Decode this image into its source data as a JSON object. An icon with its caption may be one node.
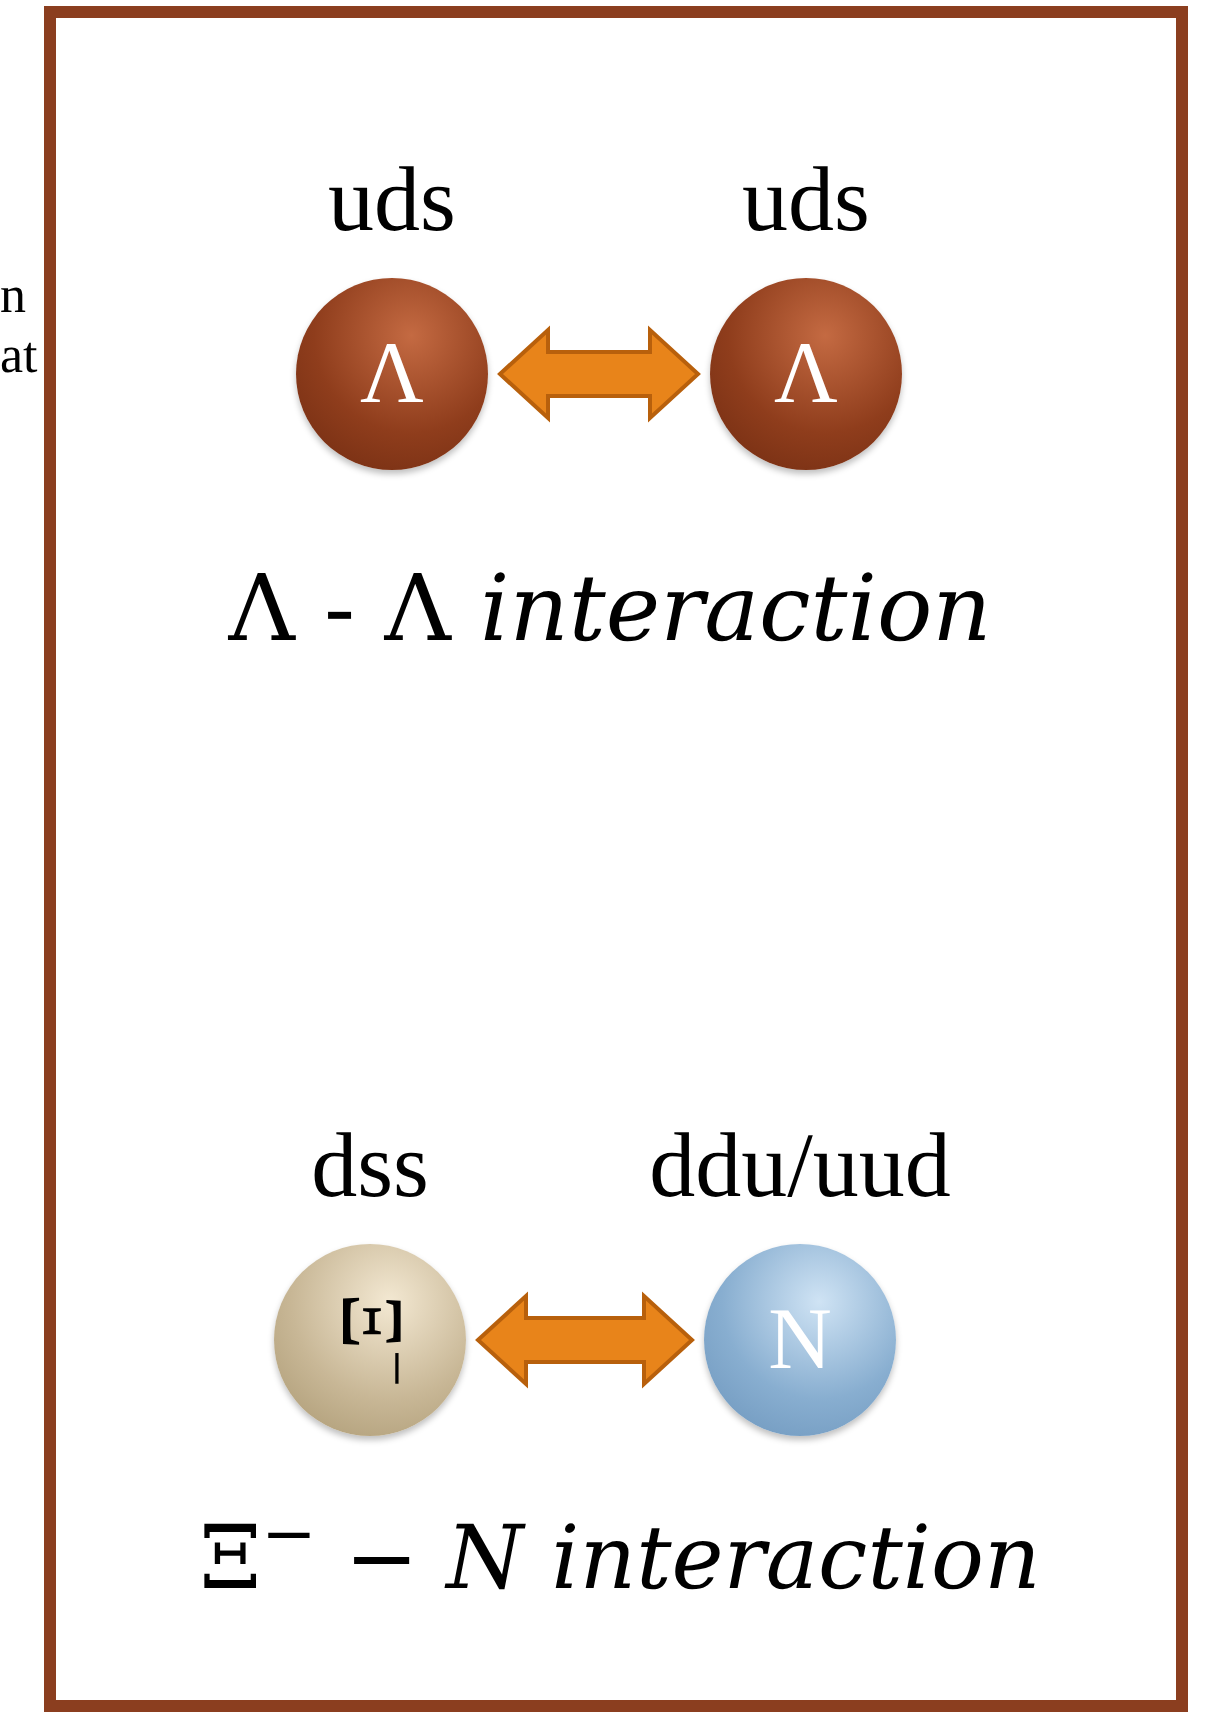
{
  "diagram": {
    "nodes": [
      {
        "text": [
          "Λ"
        ],
        "beside": [
          "uds"
        ]
      },
      {
        "text": [
          "Λ"
        ],
        "beside": [
          "uds"
        ]
      },
      {
        "text": [
          "Ξ$^{−}$"
        ],
        "beside": [
          "dss"
        ]
      },
      {
        "text": [
          "N"
        ],
        "beside": [
          "ddu/uud"
        ]
      }
    ],
    "edges": [
      {
        "from": 0,
        "to": 1,
        "arrow": "both",
        "color": "#e8841a"
      },
      {
        "from": 2,
        "to": 3,
        "arrow": "both",
        "color": "#e8841a"
      }
    ],
    "labels": [
      "n",
      "at",
      "Λ - Λ *interaction*",
      "Ξ$^{−}$ − *N interaction*"
    ]
  }
}
